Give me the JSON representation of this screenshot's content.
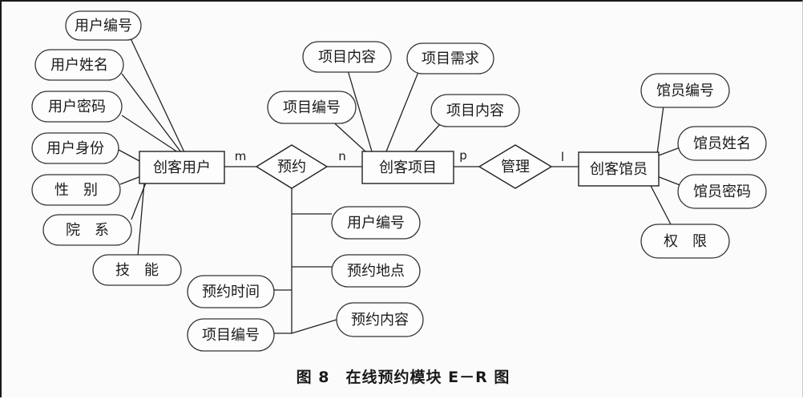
{
  "entities": {
    "user": "创客用户",
    "project": "创客项目",
    "admin": "创客馆员"
  },
  "relationships": {
    "reserve": "预约",
    "manage": "管理"
  },
  "cardinalities": {
    "m": "m",
    "n": "n",
    "p": "p",
    "l": "l"
  },
  "user_attributes": [
    "用户编号",
    "用户姓名",
    "用户密码",
    "用户身份",
    "性　别",
    "院　系",
    "技　能"
  ],
  "project_attributes": [
    "项目内容",
    "项目需求",
    "项目编号",
    "项目内容"
  ],
  "admin_attributes": [
    "馆员编号",
    "馆员姓名",
    "馆员密码",
    "权　限"
  ],
  "reserve_attributes": [
    "用户编号",
    "预约地点",
    "预约时间",
    "预约内容",
    "项目编号"
  ],
  "caption": "图 8　在线预约模块 E－R 图"
}
